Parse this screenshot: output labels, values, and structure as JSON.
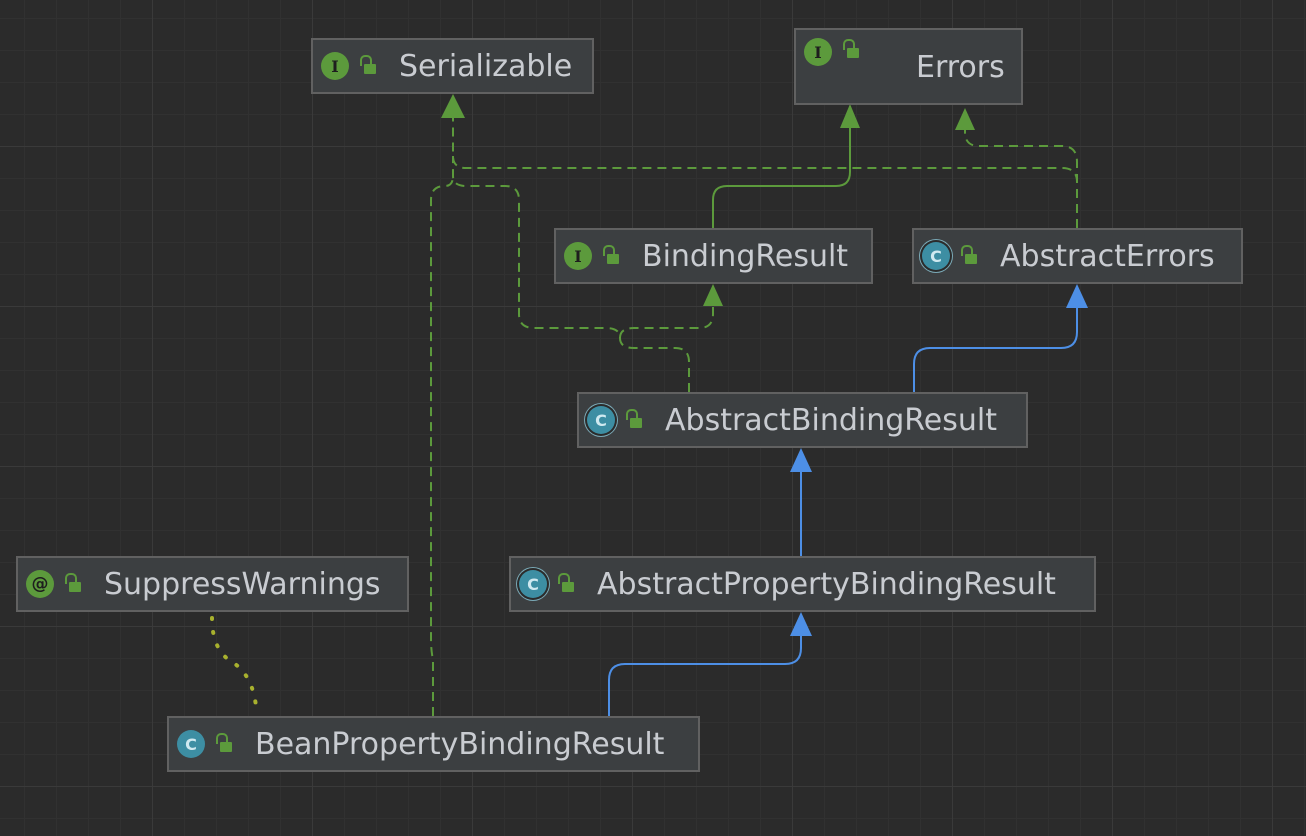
{
  "diagram": {
    "nodes": [
      {
        "id": "serializable",
        "label": "Serializable",
        "kind": "interface",
        "badge": "I",
        "visibility": "public"
      },
      {
        "id": "errors",
        "label": "Errors",
        "kind": "interface",
        "badge": "I",
        "visibility": "public"
      },
      {
        "id": "binding_result",
        "label": "BindingResult",
        "kind": "interface",
        "badge": "I",
        "visibility": "public"
      },
      {
        "id": "abstract_errors",
        "label": "AbstractErrors",
        "kind": "abstract-class",
        "badge": "C",
        "visibility": "public"
      },
      {
        "id": "abstract_binding_result",
        "label": "AbstractBindingResult",
        "kind": "abstract-class",
        "badge": "C",
        "visibility": "public"
      },
      {
        "id": "suppress_warnings",
        "label": "SuppressWarnings",
        "kind": "annotation",
        "badge": "@",
        "visibility": "public"
      },
      {
        "id": "abstract_property_binding_result",
        "label": "AbstractPropertyBindingResult",
        "kind": "abstract-class",
        "badge": "C",
        "visibility": "public"
      },
      {
        "id": "bean_property_binding_result",
        "label": "BeanPropertyBindingResult",
        "kind": "class",
        "badge": "C",
        "visibility": "public"
      }
    ],
    "edges": [
      {
        "from": "binding_result",
        "to": "errors",
        "type": "extends-interface"
      },
      {
        "from": "abstract_errors",
        "to": "errors",
        "type": "implements"
      },
      {
        "from": "abstract_errors",
        "to": "serializable",
        "type": "implements"
      },
      {
        "from": "abstract_binding_result",
        "to": "binding_result",
        "type": "implements"
      },
      {
        "from": "abstract_binding_result",
        "to": "serializable",
        "type": "implements"
      },
      {
        "from": "abstract_binding_result",
        "to": "abstract_errors",
        "type": "extends"
      },
      {
        "from": "abstract_property_binding_result",
        "to": "abstract_binding_result",
        "type": "extends"
      },
      {
        "from": "bean_property_binding_result",
        "to": "abstract_property_binding_result",
        "type": "extends"
      },
      {
        "from": "bean_property_binding_result",
        "to": "serializable",
        "type": "implements"
      },
      {
        "from": "bean_property_binding_result",
        "to": "suppress_warnings",
        "type": "annotated-with"
      }
    ],
    "colors": {
      "background": "#2b2b2b",
      "node_fill": "#3c3f41",
      "node_border": "#616161",
      "text": "#c9ccd1",
      "interface_edge": "#5c9a3c",
      "extends_edge": "#4d8fe6",
      "annotation_edge": "#a8b12e"
    }
  }
}
